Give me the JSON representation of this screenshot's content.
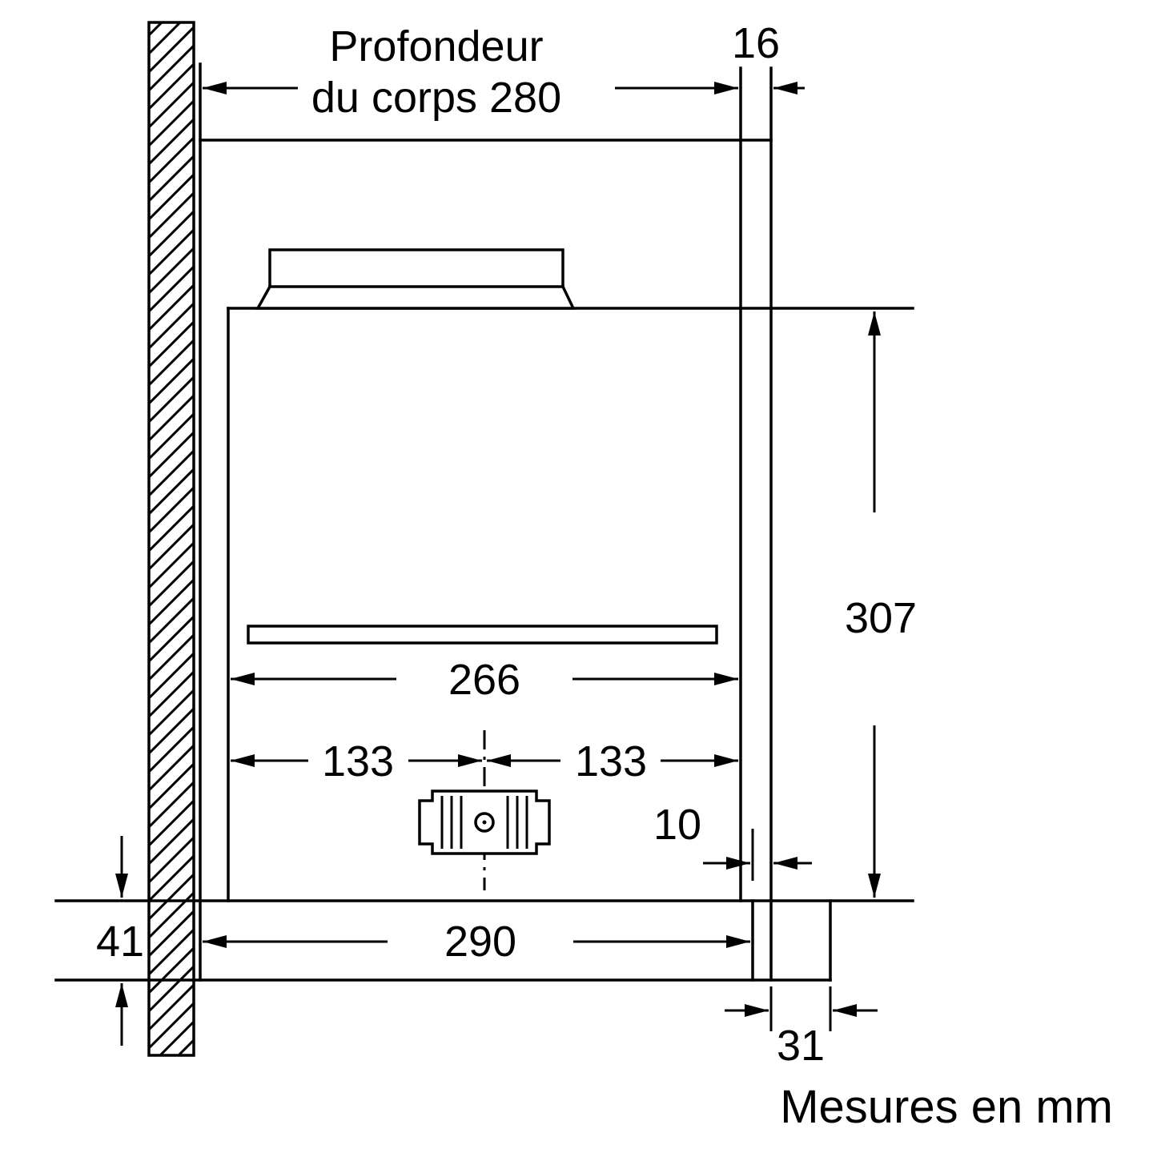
{
  "colors": {
    "line": "#000000",
    "text": "#000000",
    "bg": "#ffffff"
  },
  "diagram": {
    "depth_label_line1": "Profondeur",
    "depth_label_line2": "du corps 280",
    "dim_panel_thickness": "16",
    "dim_height": "307",
    "dim_inner_width": "266",
    "dim_half_left": "133",
    "dim_half_right": "133",
    "dim_gap": "10",
    "dim_plinth_height": "41",
    "dim_bottom_width": "290",
    "dim_overhang": "31",
    "footer": "Mesures en mm"
  }
}
